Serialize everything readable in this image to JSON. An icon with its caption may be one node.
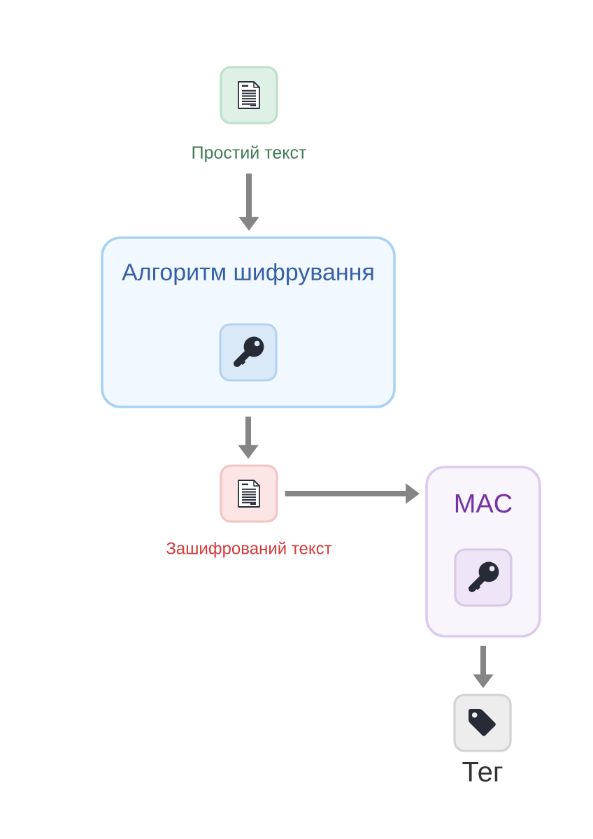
{
  "diagram": {
    "nodes": [
      {
        "text": [
          "Простий текст"
        ]
      },
      {
        "text": [
          "Алгоритм шифрування"
        ]
      },
      {
        "text": [
          "Зашифрований текст"
        ]
      },
      {
        "text": [
          "MAC"
        ]
      },
      {
        "text": [
          "Тег"
        ]
      }
    ],
    "edges": [
      {
        "from": 0,
        "to": 1,
        "arrow": "to"
      },
      {
        "from": 1,
        "to": 2,
        "arrow": "to"
      },
      {
        "from": 2,
        "to": 3,
        "arrow": "to"
      },
      {
        "from": 3,
        "to": 4,
        "arrow": "to"
      }
    ]
  }
}
